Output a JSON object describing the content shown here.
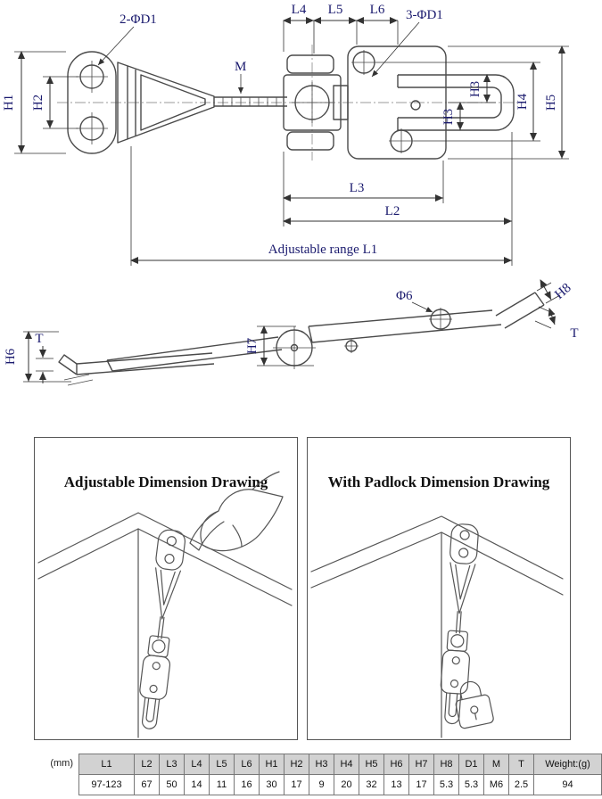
{
  "colors": {
    "dimension_text": "#1a1a6e",
    "drawing_line": "#4a4a4a",
    "dimension_line": "#333333",
    "table_header_bg": "#d2d2d2"
  },
  "top_view": {
    "labels": {
      "two_phi_d1": "2-ΦD1",
      "l4": "L4",
      "l5": "L5",
      "l6": "L6",
      "three_phi_d1": "3-ΦD1",
      "m": "M",
      "h1": "H1",
      "h2": "H2",
      "h3_upper": "H3",
      "h3_lower": "H3",
      "h4": "H4",
      "h5": "H5",
      "l3": "L3",
      "l2": "L2",
      "l1": "Adjustable range L1"
    }
  },
  "side_view": {
    "labels": {
      "phi6": "Φ6",
      "h8": "H8",
      "h6": "H6",
      "t_left": "T",
      "h7": "H7",
      "t_right": "T"
    }
  },
  "panels": {
    "left_title": "Adjustable Dimension Drawing",
    "right_title": "With Padlock Dimension Drawing"
  },
  "table": {
    "unit_label": "(mm)",
    "headers": [
      "L1",
      "L2",
      "L3",
      "L4",
      "L5",
      "L6",
      "H1",
      "H2",
      "H3",
      "H4",
      "H5",
      "H6",
      "H7",
      "H8",
      "D1",
      "M",
      "T",
      "Weight:(g)"
    ],
    "values": [
      "97-123",
      "67",
      "50",
      "14",
      "11",
      "16",
      "30",
      "17",
      "9",
      "20",
      "32",
      "13",
      "17",
      "5.3",
      "5.3",
      "M6",
      "2.5",
      "94"
    ]
  }
}
